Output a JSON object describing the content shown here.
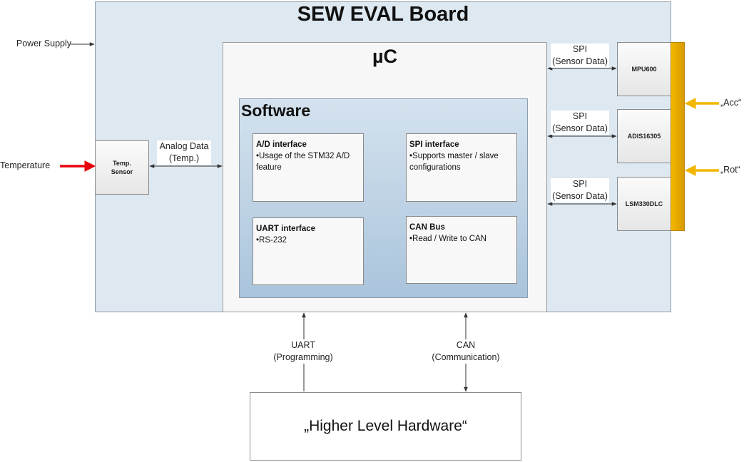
{
  "board": {
    "title": "SEW EVAL Board"
  },
  "microcontroller": {
    "title": "µC"
  },
  "software": {
    "title": "Software",
    "interfaces": [
      {
        "title": "A/D interface",
        "bullet": "•Usage of the STM32 A/D feature"
      },
      {
        "title": "SPI interface",
        "bullet": "•Supports master /   slave configurations"
      },
      {
        "title": "UART interface",
        "bullet": "•RS-232"
      },
      {
        "title": "CAN Bus",
        "bullet": "•Read / Write to  CAN"
      }
    ]
  },
  "temp_sensor": {
    "label_line1": "Temp.",
    "label_line2": "Sensor"
  },
  "sensors": [
    {
      "name": "MPU600",
      "link_line1": "SPI",
      "link_line2": "(Sensor Data)"
    },
    {
      "name": "ADIS16305",
      "link_line1": "SPI",
      "link_line2": "(Sensor Data)"
    },
    {
      "name": "LSM330DLC",
      "link_line1": "SPI",
      "link_line2": "(Sensor Data)"
    }
  ],
  "inputs": {
    "power_supply": "Power Supply",
    "temperature": "Temperature",
    "acc": "„Acc“",
    "rot": "„Rot“"
  },
  "analog_link": {
    "line1": "Analog Data",
    "line2": "(Temp.)"
  },
  "uart_link": {
    "line1": "UART",
    "line2": "(Programming)"
  },
  "can_link": {
    "line1": "CAN",
    "line2": "(Communication)"
  },
  "higher_level_hardware": {
    "title": "„Higher Level Hardware“"
  },
  "colors": {
    "temperature_arrow": "#e8000b",
    "input_arrows": "#f2b600",
    "yellow_bar": "#f2b600",
    "board_fill": "#dde8f1",
    "software_fill": "#aac4dc"
  }
}
